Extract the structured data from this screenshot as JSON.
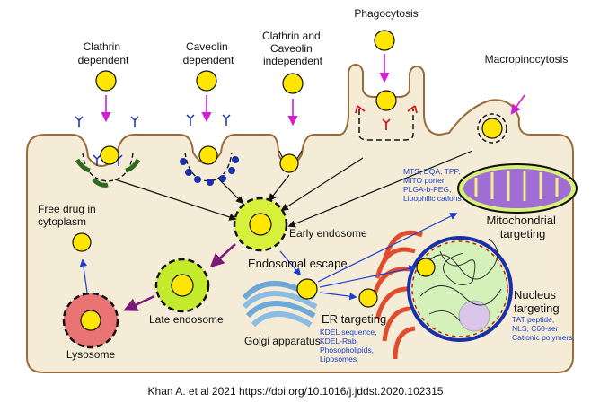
{
  "labels": {
    "clathrin": [
      "Clathrin",
      "dependent"
    ],
    "caveolin": [
      "Caveolin",
      "dependent"
    ],
    "independent": [
      "Clathrin and",
      "Caveolin",
      "independent"
    ],
    "phagocytosis": "Phagocytosis",
    "macropinocytosis": "Macropinocytosis",
    "early_endosome": "Early endosome",
    "endosomal_escape": "Endosomal escape",
    "late_endosome": "Late endosome",
    "lysosome": "Lysosome",
    "free_drug": [
      "Free drug in",
      "cytoplasm"
    ],
    "golgi": "Golgi apparatus",
    "er_targeting": "ER targeting",
    "mito_targeting": [
      "Mitochondrial",
      "targeting"
    ],
    "nucleus_targeting": [
      "Nucleus",
      "targeting"
    ]
  },
  "strategies": {
    "mito": [
      "MTS, DQA, TPP,",
      "MITO porter,",
      "PLGA-b-PEG,",
      "Lipophilic cations"
    ],
    "er": [
      "KDEL sequence,",
      "KDEL-Rab,",
      "Phosopholipids,",
      "Liposomes"
    ],
    "nucleus": [
      "TAT peptide,",
      "NLS, C60-ser",
      "Cationic polymers,"
    ]
  },
  "caption": "Khan A. et al 2021 https://doi.org/10.1016/j.jddst.2020.102315",
  "colors": {
    "cell_fill": "#f4ecd6",
    "cell_stroke": "#9a6a3a",
    "nanoparticle": "#ffe600",
    "early_endosome": "#d7f03a",
    "late_endosome": "#c4ea2c",
    "lysosome": "#ea7474",
    "mitochondria": "#a06ed2",
    "golgi": "#6fa7d6",
    "er": "#e14b2e",
    "nucleus_ring": "#1b2fa8",
    "arrow_magenta": "#d21fd2",
    "arrow_purple": "#7a1a78",
    "arrow_blue": "#1d3fd0",
    "text_blue": "#1d3fd0"
  }
}
